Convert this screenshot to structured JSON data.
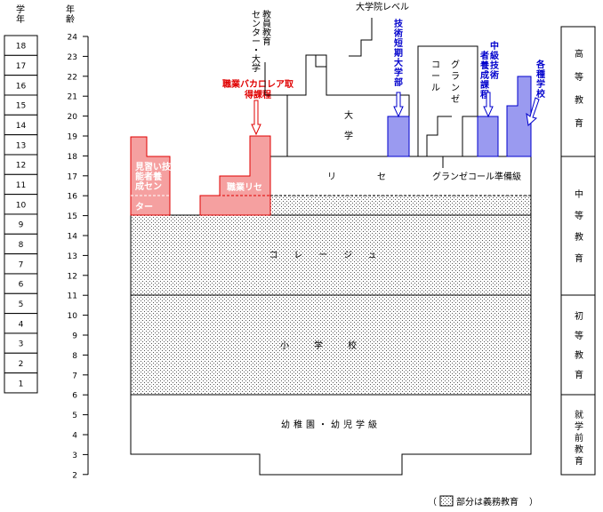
{
  "labels": {
    "grade_header": "学年",
    "age_header": "年齢",
    "grades": [
      "18",
      "17",
      "16",
      "15",
      "14",
      "13",
      "12",
      "11",
      "10",
      "9",
      "8",
      "7",
      "6",
      "5",
      "4",
      "3",
      "2",
      "1"
    ],
    "ages": [
      "24",
      "23",
      "22",
      "21",
      "20",
      "19",
      "18",
      "17",
      "16",
      "15",
      "14",
      "13",
      "12",
      "11",
      "10",
      "9",
      "8",
      "7",
      "6",
      "5",
      "4",
      "3",
      "2"
    ],
    "grad_level": "大学院レベル",
    "teacher_training": "教員教育センター・大学",
    "tech_short_univ": "技術短期大学部",
    "grandes_ecoles": "グランゼコール",
    "middle_tech_course": "中級技術者養成課程",
    "misc_schools": "各種学校",
    "apprentice_center": "見習い技能者養成センター",
    "vocational_bac": "職業バカロレア取得課程",
    "vocational_lycee": "職業リセ",
    "university": "大学",
    "lycee": "リセ",
    "grandes_prep": "グランゼコール準備級",
    "college": "コレージュ",
    "primary": "小学校",
    "kindergarten": "幼稚園・幼児学級",
    "legend": "部分は義務教育",
    "stage_higher": "高等教育",
    "stage_secondary": "中等教育",
    "stage_primary": "初等教育",
    "stage_preschool": "就学前教育"
  },
  "colors": {
    "red_text": "#e00000",
    "red_fill": "#f5a0a0",
    "blue_text": "#0000cc",
    "blue_fill": "#9a9af0"
  }
}
